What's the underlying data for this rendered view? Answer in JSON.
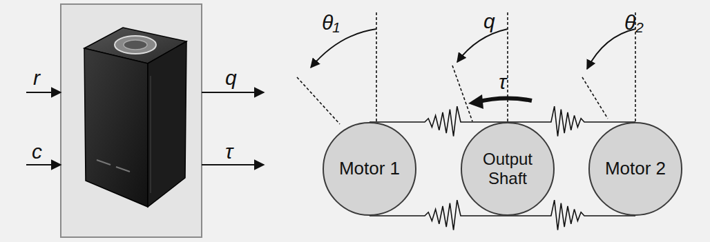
{
  "diagram": {
    "nodes": [
      {
        "text": [
          "Motor 1"
        ]
      },
      {
        "text": [
          "Output Shaft"
        ]
      },
      {
        "text": [
          "Motor 2"
        ]
      }
    ],
    "edges": [
      {
        "from": 0,
        "to": 1,
        "arrow": "none"
      },
      {
        "from": 0,
        "to": 1,
        "arrow": "none"
      },
      {
        "from": 2,
        "to": 1,
        "arrow": "none"
      },
      {
        "from": 2,
        "to": 1,
        "arrow": "none"
      }
    ],
    "labels": [
      "r",
      "c",
      "q",
      "τ",
      "θ₁",
      "q",
      "τ",
      "θ₂"
    ]
  }
}
